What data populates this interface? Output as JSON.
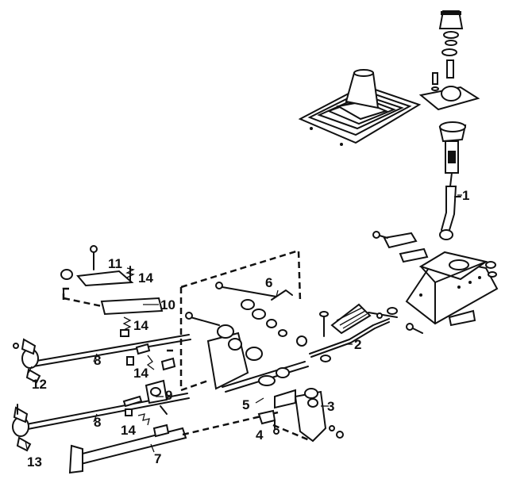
{
  "diagram": {
    "kind": "exploded parts view",
    "callouts": [
      {
        "id": "1",
        "text": "1"
      },
      {
        "id": "2",
        "text": "2"
      },
      {
        "id": "3",
        "text": "3"
      },
      {
        "id": "4",
        "text": "4"
      },
      {
        "id": "5",
        "text": "5"
      },
      {
        "id": "6",
        "text": "6"
      },
      {
        "id": "7",
        "text": "7"
      },
      {
        "id": "8a",
        "text": "8"
      },
      {
        "id": "8b",
        "text": "8"
      },
      {
        "id": "9",
        "text": "9"
      },
      {
        "id": "10",
        "text": "10"
      },
      {
        "id": "11",
        "text": "11"
      },
      {
        "id": "12",
        "text": "12"
      },
      {
        "id": "13",
        "text": "13"
      },
      {
        "id": "14a",
        "text": "14"
      },
      {
        "id": "14b",
        "text": "14"
      },
      {
        "id": "14c",
        "text": "14"
      },
      {
        "id": "14d",
        "text": "14"
      }
    ],
    "colors": {
      "ink": "#111111",
      "paper": "#ffffff"
    }
  }
}
